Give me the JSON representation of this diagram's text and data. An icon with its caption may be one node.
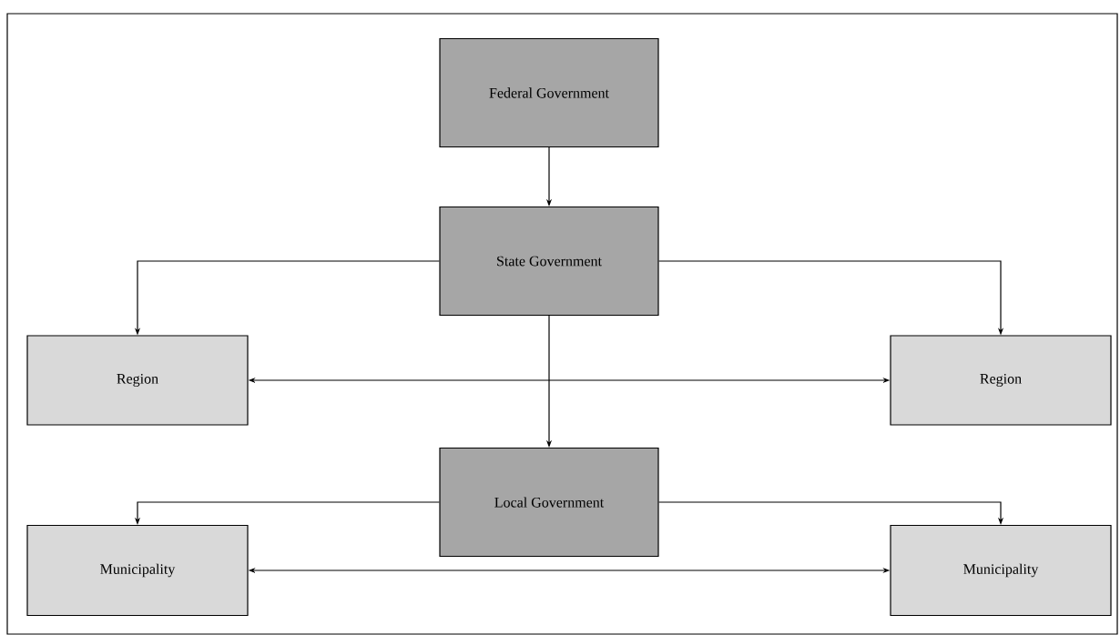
{
  "diagram": {
    "nodes": [
      {
        "text": [
          "Federal Government"
        ]
      },
      {
        "text": [
          "State Government"
        ]
      },
      {
        "text": [
          "Region"
        ]
      },
      {
        "text": [
          "Region"
        ]
      },
      {
        "text": [
          "Local Government"
        ]
      },
      {
        "text": [
          "Municipality"
        ]
      },
      {
        "text": [
          "Municipality"
        ]
      }
    ],
    "edges": [
      {
        "from": 0,
        "to": 1,
        "arrow": "to"
      },
      {
        "from": 1,
        "to": 2,
        "arrow": "to"
      },
      {
        "from": 1,
        "to": 3,
        "arrow": "to"
      },
      {
        "from": 2,
        "to": 3,
        "arrow": "both"
      },
      {
        "from": 1,
        "to": 4,
        "arrow": "to"
      },
      {
        "from": 4,
        "to": 5,
        "arrow": "to"
      },
      {
        "from": 4,
        "to": 6,
        "arrow": "to"
      },
      {
        "from": 5,
        "to": 6,
        "arrow": "both"
      }
    ]
  }
}
